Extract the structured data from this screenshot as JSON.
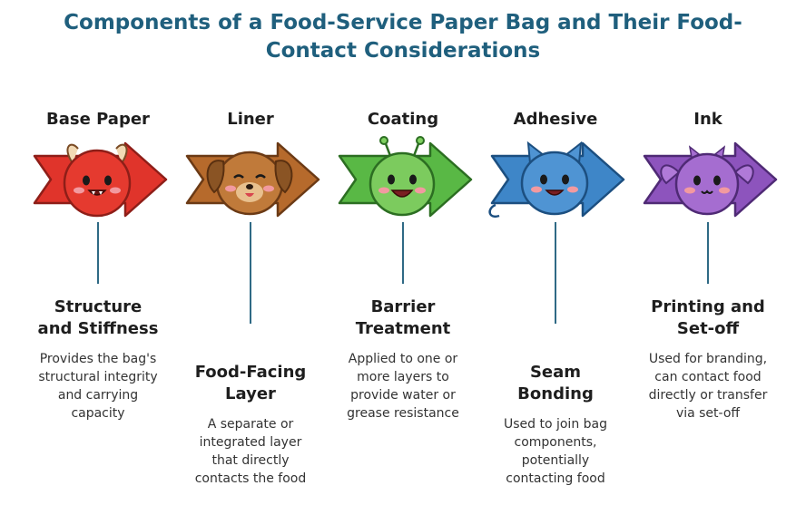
{
  "title_line1": "Components of a Food-Service Paper Bag and Their Food-",
  "title_line2": "Contact Considerations",
  "components": [
    {
      "name": "Base Paper",
      "heading_l1": "Structure",
      "heading_l2": "and Stiffness",
      "desc": [
        "Provides the bag's",
        "structural integrity",
        "and carrying",
        "capacity"
      ],
      "color": "#e0342b",
      "mascot": "horned-monster-icon"
    },
    {
      "name": "Liner",
      "heading_l1": "Food-Facing",
      "heading_l2": "Layer",
      "desc": [
        "A separate or",
        "integrated layer",
        "that directly",
        "contacts the food"
      ],
      "color": "#b66a2c",
      "mascot": "puppy-monster-icon"
    },
    {
      "name": "Coating",
      "heading_l1": "Barrier",
      "heading_l2": "Treatment",
      "desc": [
        "Applied to one or",
        "more layers to",
        "provide water or",
        "grease resistance"
      ],
      "color": "#59b845",
      "mascot": "antenna-monster-icon"
    },
    {
      "name": "Adhesive",
      "heading_l1": "Seam",
      "heading_l2": "Bonding",
      "desc": [
        "Used to join bag",
        "components,",
        "potentially",
        "contacting food"
      ],
      "color": "#3e86c8",
      "mascot": "cat-monster-icon"
    },
    {
      "name": "Ink",
      "heading_l1": "Printing and",
      "heading_l2": "Set-off",
      "desc": [
        "Used for branding,",
        "can contact food",
        "directly or transfer",
        "via set-off"
      ],
      "color": "#8d54bd",
      "mascot": "winged-monster-icon"
    }
  ]
}
